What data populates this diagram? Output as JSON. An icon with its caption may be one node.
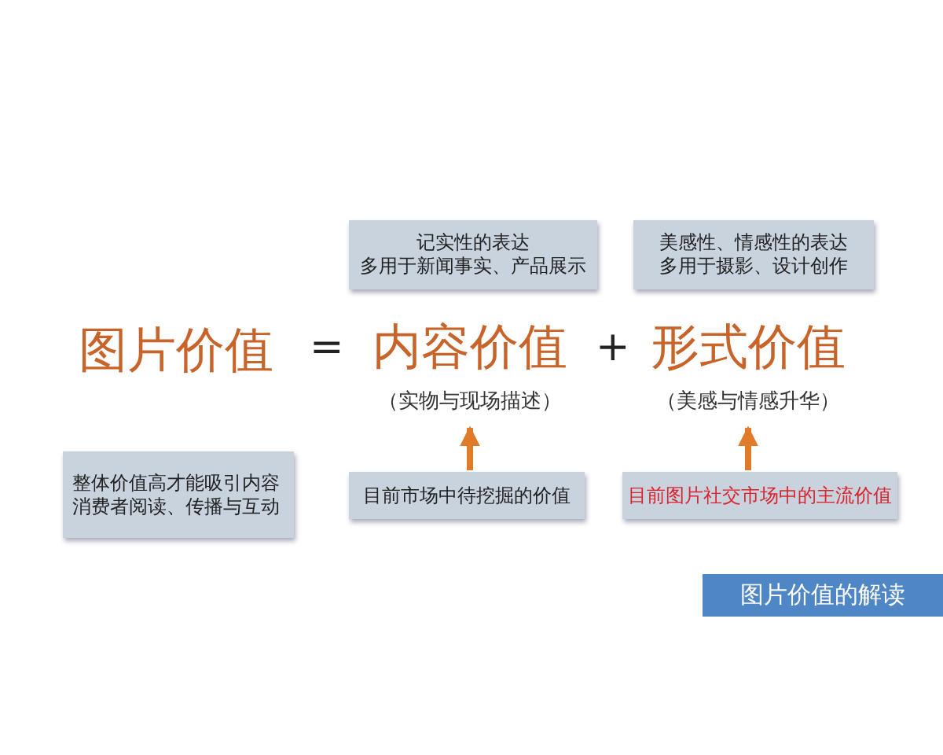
{
  "diagram": {
    "nodes": [
      {
        "text": [
          "记实性的表达",
          "多用于新闻事实、产品展示"
        ]
      },
      {
        "text": [
          "美感性、情感性的表达",
          "多用于摄影、设计创作"
        ]
      },
      {
        "text": [
          "内容价值"
        ],
        "beside": [
          "（实物与现场描述）"
        ]
      },
      {
        "text": [
          "形式价值"
        ],
        "beside": [
          "（美感与情感升华）"
        ]
      },
      {
        "text": [
          "整体价值高才能吸引内容消费者阅读、传播与互动"
        ]
      },
      {
        "text": [
          "目前市场中待挖掘的价值"
        ]
      },
      {
        "text": [
          "目前图片社交市场中的主流价值"
        ]
      },
      {
        "text": [
          "图片价值的解读"
        ]
      }
    ],
    "edges": [
      {
        "from": 5,
        "to": 2,
        "arrow": "to"
      },
      {
        "from": 6,
        "to": 3,
        "arrow": "to"
      }
    ],
    "labels": [
      "图片价值",
      "=",
      "+"
    ]
  }
}
